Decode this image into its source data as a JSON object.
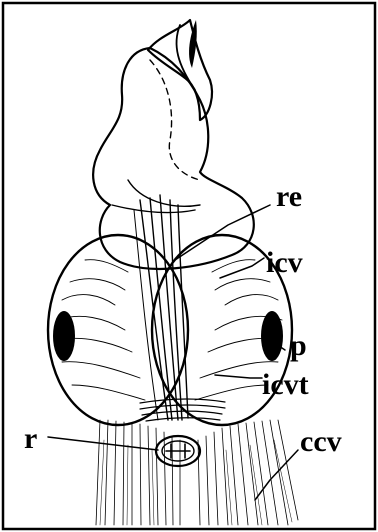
{
  "figure": {
    "labels": {
      "re": "re",
      "icv": "icv",
      "p": "p",
      "icvt": "icvt",
      "r": "r",
      "ccv": "ccv"
    },
    "colors": {
      "ink": "#000000",
      "background": "#ffffff"
    }
  }
}
